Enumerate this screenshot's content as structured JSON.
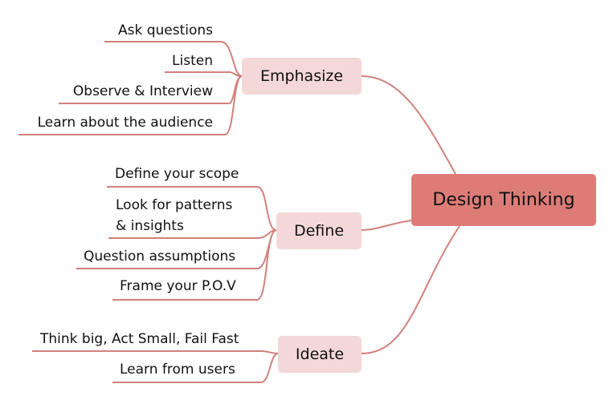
{
  "central": {
    "label": "Design Thinking"
  },
  "branches": [
    {
      "label": "Emphasize",
      "leaves": [
        "Ask questions",
        "Listen",
        "Observe & Interview",
        "Learn about the audience"
      ]
    },
    {
      "label": "Define",
      "leaves": [
        "Define your scope",
        "Look for patterns",
        "& insights",
        "Question assumptions",
        "Frame your P.O.V"
      ]
    },
    {
      "label": "Ideate",
      "leaves": [
        "Think big, Act Small, Fail Fast",
        "Learn from users"
      ]
    }
  ],
  "colors": {
    "central": "#dd7c77",
    "branch": "#f3d8d7",
    "line": "#d2817c"
  }
}
